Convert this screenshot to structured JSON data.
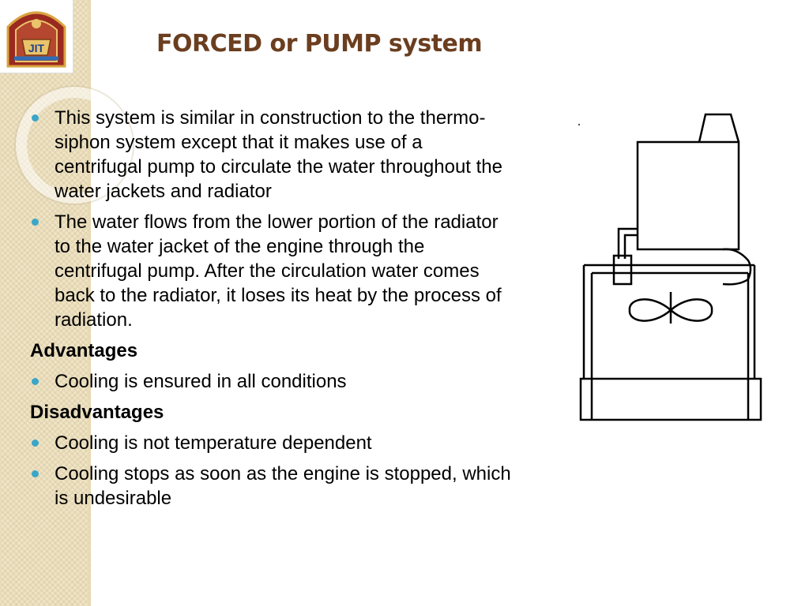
{
  "slide": {
    "title": "FORCED or PUMP system",
    "logo_text": "JIT",
    "intro_bullets": [
      "This system is similar in construction to the thermo-siphon system except that it makes use of a centrifugal pump to circulate the water throughout the water jackets and radiator",
      "The water flows from the lower portion of the radiator to the water jacket of the engine through the centrifugal pump. After the circulation water comes back to the radiator, it loses its heat by the process  of radiation."
    ],
    "advantages": {
      "heading": "Advantages",
      "items": [
        "Cooling is ensured in all conditions"
      ]
    },
    "disadvantages": {
      "heading": "Disadvantages",
      "items": [
        "Cooling is not temperature dependent",
        "Cooling stops as soon as the engine is stopped, which is undesirable"
      ]
    }
  },
  "colors": {
    "title": "#6b3e1f",
    "bullet": "#3aa6c9",
    "side_strip": "#efe4c6"
  }
}
